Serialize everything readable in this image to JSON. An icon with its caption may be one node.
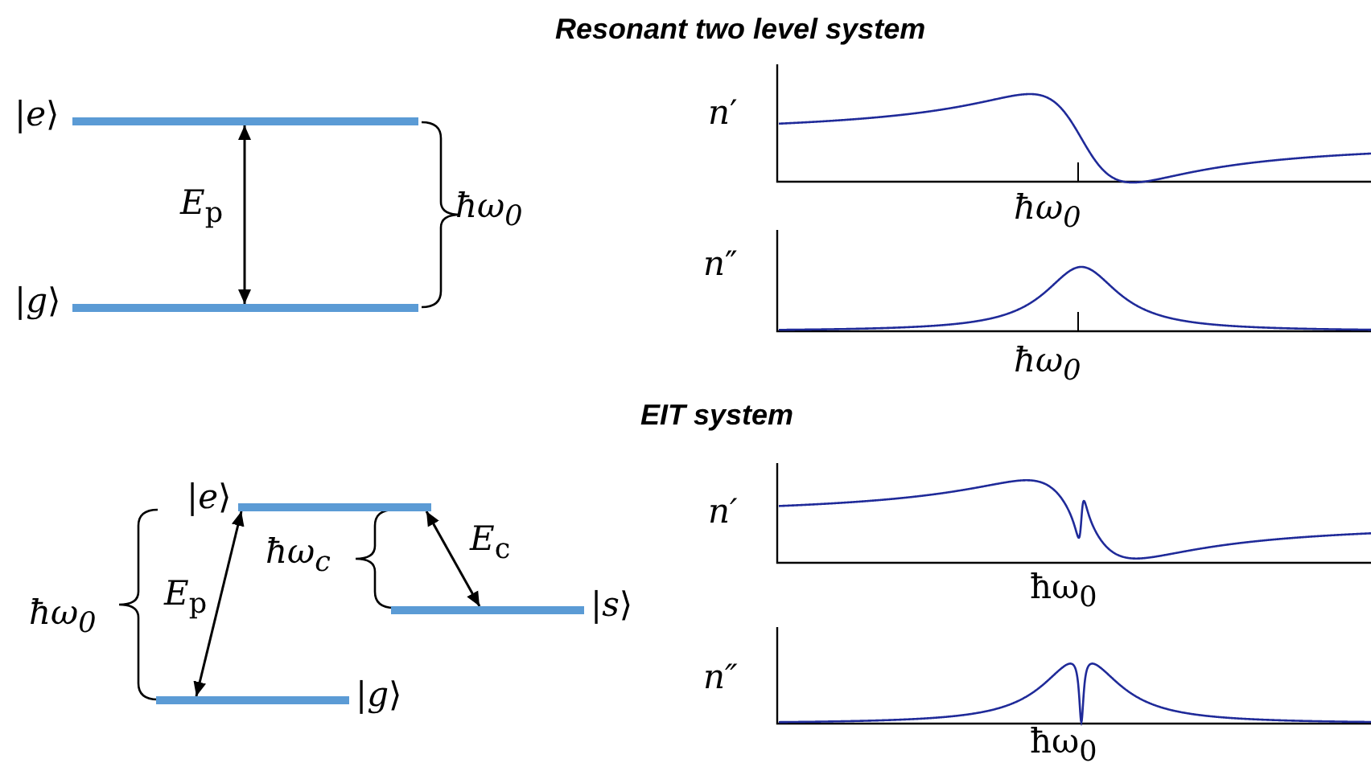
{
  "diagram": {
    "nodes": [
      {
        "text": [
          "|*e*⟩"
        ]
      },
      {
        "text": [
          "|*g*⟩"
        ]
      },
      {
        "text": [
          "|*e*⟩"
        ]
      },
      {
        "text": [
          "|*s*⟩"
        ]
      },
      {
        "text": [
          "|*g*⟩"
        ]
      }
    ],
    "edges": [
      {
        "from": 0,
        "to": 1,
        "arrow": "both",
        "label": "*E*$_{p}$"
      },
      {
        "from": 2,
        "to": 4,
        "arrow": "both",
        "label": "*E*$_{p}$"
      },
      {
        "from": 2,
        "to": 3,
        "arrow": "both",
        "label": "*E*$_{c}$"
      }
    ],
    "labels": [
      "Resonant two level system",
      "ħω$_{0}$",
      "*n*′",
      "ħω$_{0}$",
      "*n*″",
      "ħω$_{0}$",
      "EIT system",
      "ħω$_{0}$",
      "ħω$_{c}$",
      "*n*′",
      "ħω$_{0}$",
      "*n*″",
      "ħω$_{0}$"
    ]
  }
}
